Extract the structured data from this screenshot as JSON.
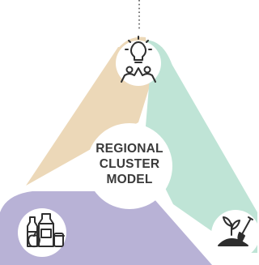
{
  "center": {
    "line1": "REGIONAL",
    "line2": "CLUSTER",
    "line3": "MODEL"
  },
  "colors": {
    "tan": "#ecd8b8",
    "mint": "#bfe4d6",
    "lavender": "#b8b2d6",
    "circle": "#ffffff",
    "icon": "#2e2e2e",
    "text": "#3a3a3a"
  },
  "icons": {
    "top": "community-idea-icon",
    "bottom_left": "groceries-icon",
    "bottom_right": "farming-icon"
  }
}
